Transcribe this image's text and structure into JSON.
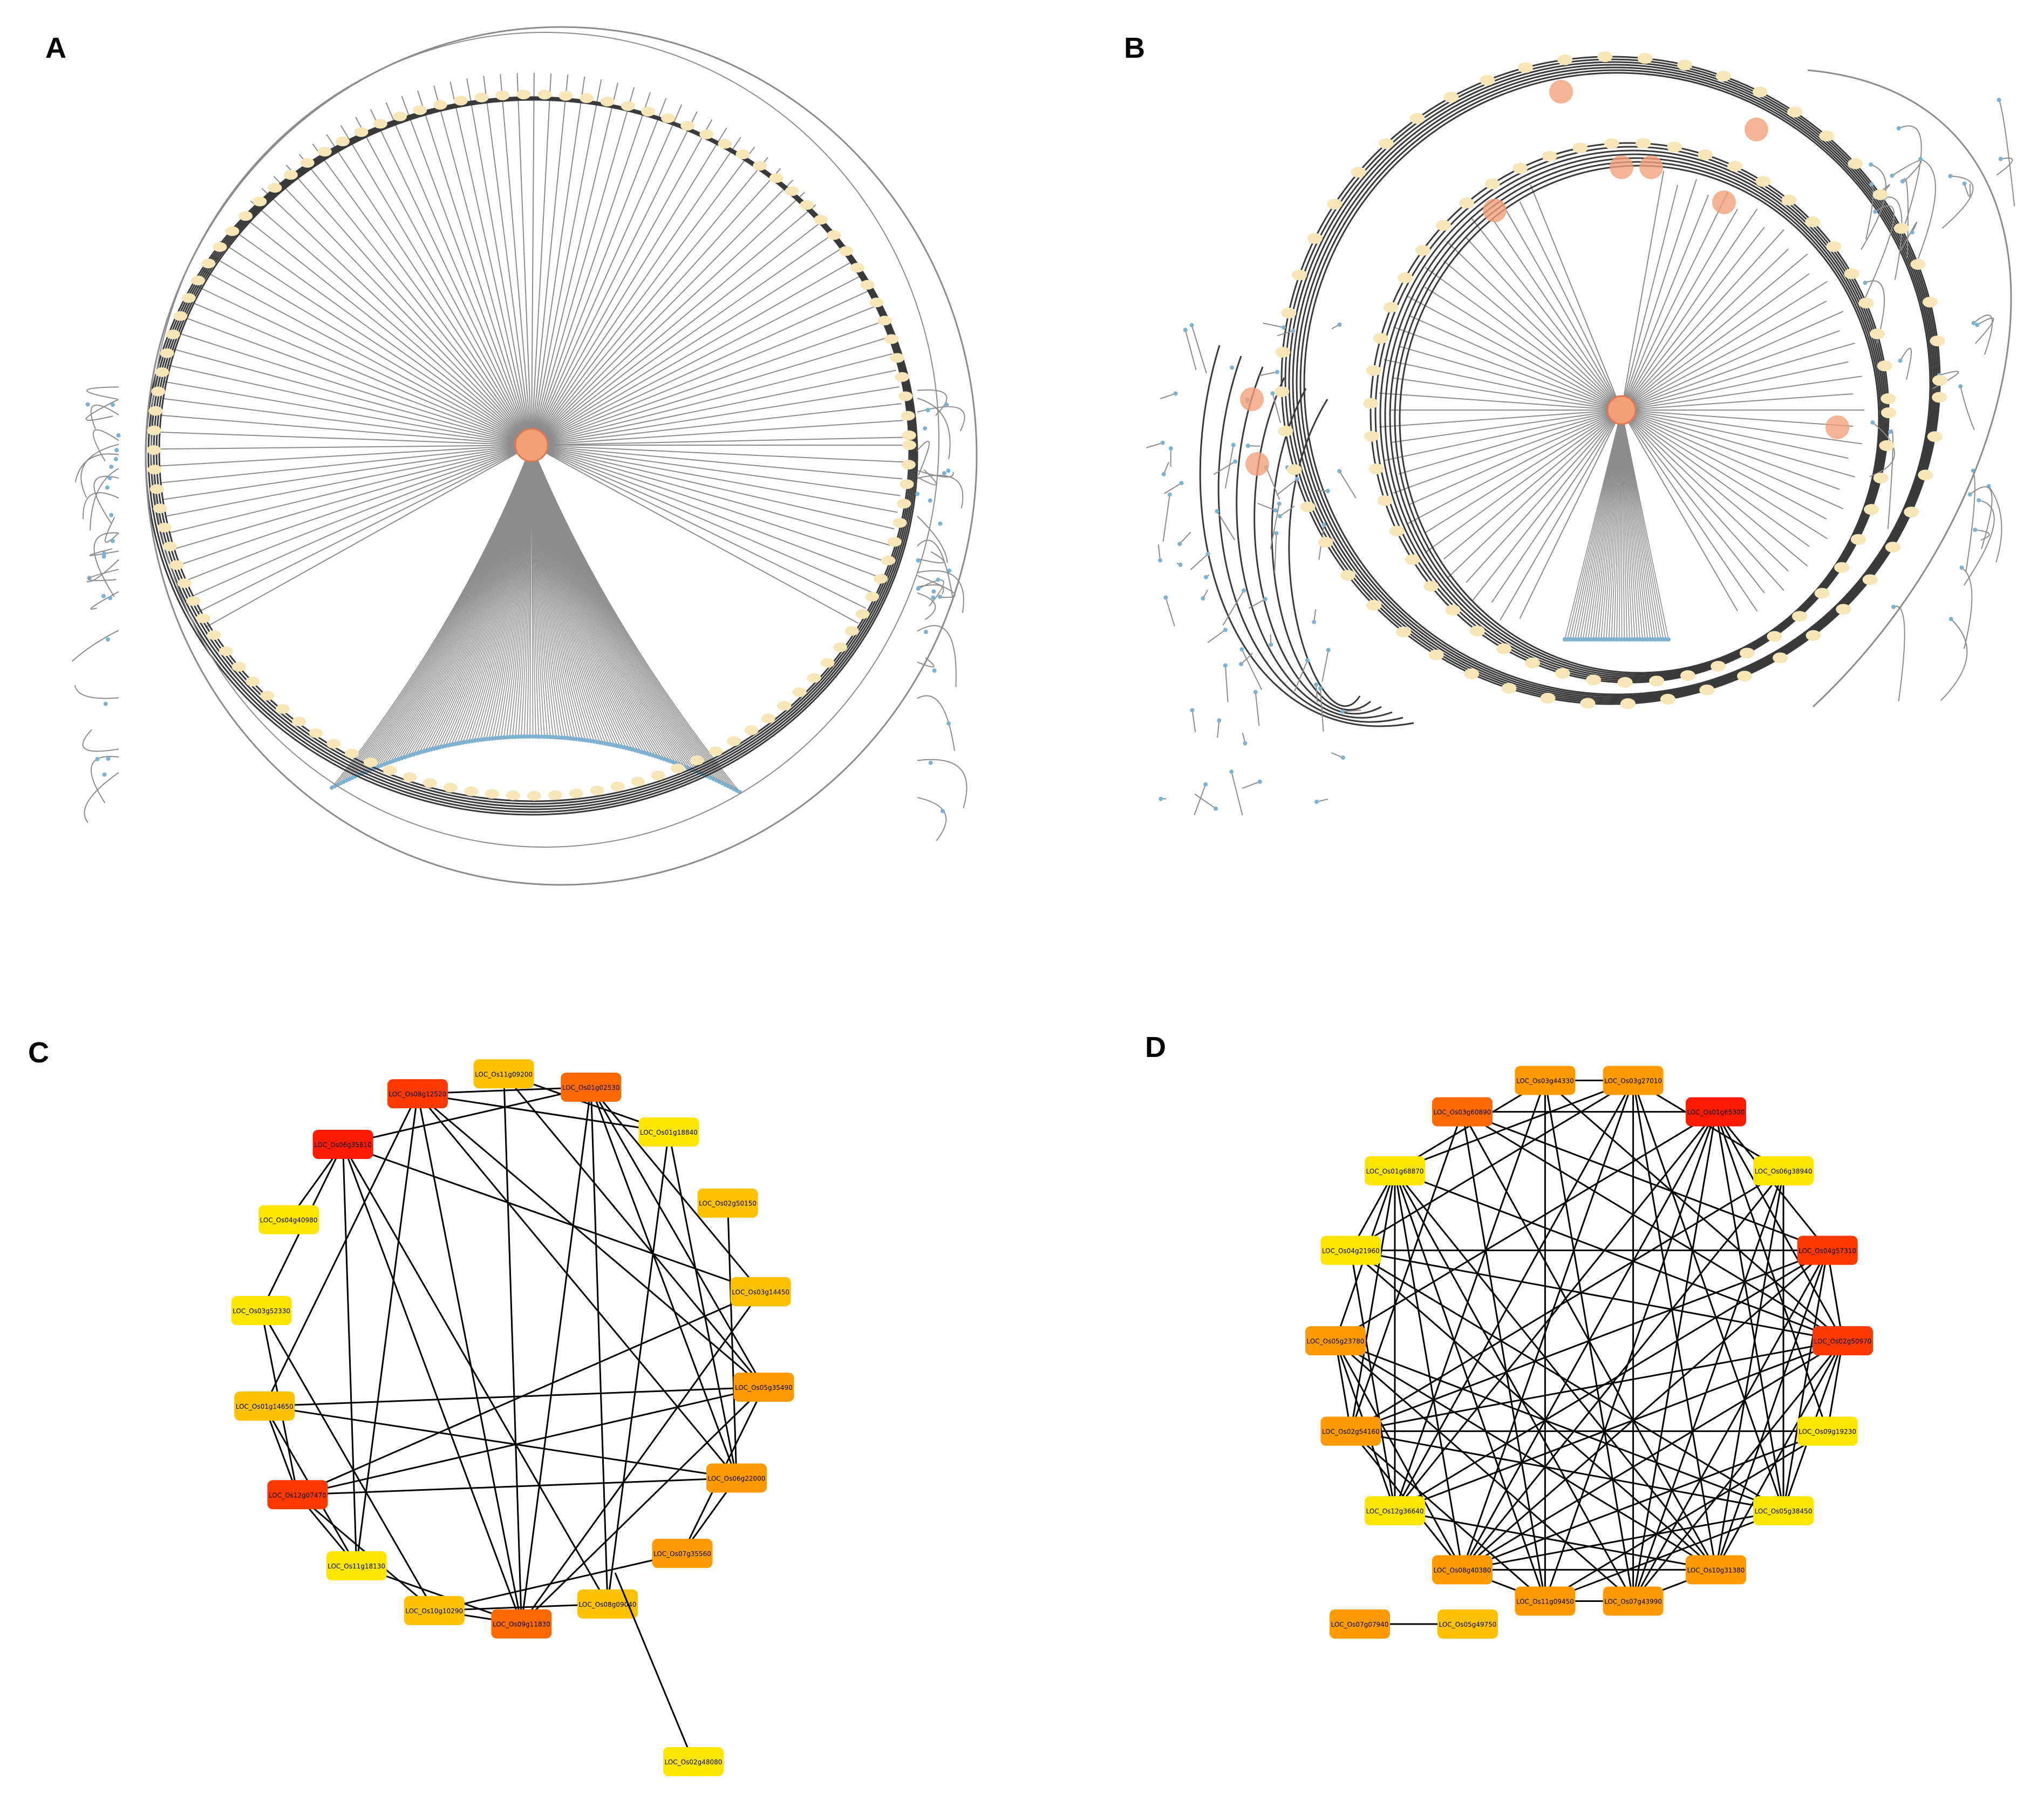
{
  "figure": {
    "panels": [
      {
        "id": "A",
        "label": "A",
        "type": "radial-network"
      },
      {
        "id": "B",
        "label": "B",
        "type": "radial-network"
      },
      {
        "id": "C",
        "label": "C",
        "type": "circular-network"
      },
      {
        "id": "D",
        "label": "D",
        "type": "circular-network"
      }
    ]
  },
  "style": {
    "edge_dark": "#3a3a3a",
    "edge_gray": "#8c8c8c",
    "leaf_blue": "#7fb2d0",
    "ring_node_fill": "#f6e6b8",
    "hub_fill": "#f2a07a",
    "hub_stroke": "#e07850",
    "heat_colors": [
      "#ffe600",
      "#ffc200",
      "#ff9a00",
      "#ff6a00",
      "#ff3a00",
      "#ff1a00"
    ]
  },
  "network_C": {
    "nodes": [
      {
        "label": "LOC_Os01g02530",
        "heat": 3
      },
      {
        "label": "LOC_Os01g18840",
        "heat": 0
      },
      {
        "label": "LOC_Os02g50150",
        "heat": 1
      },
      {
        "label": "LOC_Os03g14450",
        "heat": 1
      },
      {
        "label": "LOC_Os05g35490",
        "heat": 2
      },
      {
        "label": "LOC_Os06g22000",
        "heat": 2
      },
      {
        "label": "LOC_Os07g35560",
        "heat": 2
      },
      {
        "label": "LOC_Os08g09040",
        "heat": 1
      },
      {
        "label": "LOC_Os09g11830",
        "heat": 3
      },
      {
        "label": "LOC_Os10g10290",
        "heat": 1
      },
      {
        "label": "LOC_Os11g18130",
        "heat": 0
      },
      {
        "label": "LOC_Os12g07470",
        "heat": 4
      },
      {
        "label": "LOC_Os01g14650",
        "heat": 1
      },
      {
        "label": "LOC_Os03g52330",
        "heat": 0
      },
      {
        "label": "LOC_Os04g40980",
        "heat": 0
      },
      {
        "label": "LOC_Os06g35610",
        "heat": 5
      },
      {
        "label": "LOC_Os08g12520",
        "heat": 4
      },
      {
        "label": "LOC_Os11g09200",
        "heat": 1
      },
      {
        "label": "LOC_Os02g48080",
        "heat": 0
      }
    ]
  },
  "network_D": {
    "nodes": [
      {
        "label": "LOC_Os03g44330",
        "heat": 2
      },
      {
        "label": "LOC_Os03g27010",
        "heat": 2
      },
      {
        "label": "LOC_Os01g65300",
        "heat": 5
      },
      {
        "label": "LOC_Os06g38940",
        "heat": 0
      },
      {
        "label": "LOC_Os04g57310",
        "heat": 4
      },
      {
        "label": "LOC_Os02g50970",
        "heat": 4
      },
      {
        "label": "LOC_Os09g19230",
        "heat": 0
      },
      {
        "label": "LOC_Os05g38450",
        "heat": 0
      },
      {
        "label": "LOC_Os10g31380",
        "heat": 2
      },
      {
        "label": "LOC_Os07g43990",
        "heat": 2
      },
      {
        "label": "LOC_Os11g09450",
        "heat": 2
      },
      {
        "label": "LOC_Os08g40380",
        "heat": 2
      },
      {
        "label": "LOC_Os12g36640",
        "heat": 0
      },
      {
        "label": "LOC_Os02g54160",
        "heat": 2
      },
      {
        "label": "LOC_Os05g23780",
        "heat": 2
      },
      {
        "label": "LOC_Os04g21960",
        "heat": 0
      },
      {
        "label": "LOC_Os01g68870",
        "heat": 0
      },
      {
        "label": "LOC_Os03g60890",
        "heat": 3
      }
    ],
    "pair": [
      {
        "label": "LOC_Os07g07940",
        "heat": 2
      },
      {
        "label": "LOC_Os05g49750",
        "heat": 1
      }
    ]
  }
}
